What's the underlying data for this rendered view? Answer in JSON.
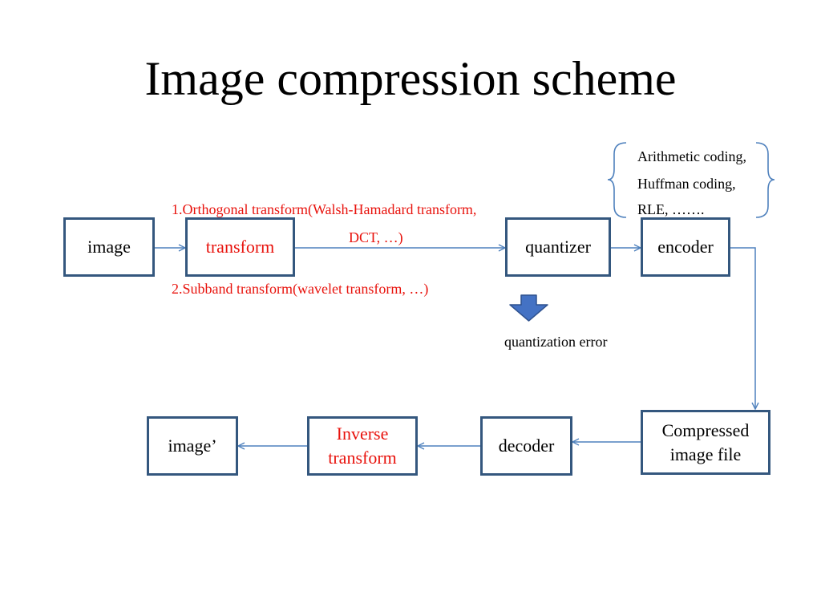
{
  "title": "Image compression scheme",
  "colors": {
    "box_border": "#34577e",
    "connector": "#4f81bd",
    "highlight_text": "#e8120c",
    "error_arrow": "#4472c4"
  },
  "blocks": {
    "image": "image",
    "transform": "transform",
    "quantizer": "quantizer",
    "encoder": "encoder",
    "compressed_line1": "Compressed",
    "compressed_line2": "image file",
    "decoder": "decoder",
    "inverse_line1": "Inverse",
    "inverse_line2": "transform",
    "image_out": "image’"
  },
  "transform_notes": {
    "line1": "1.Orthogonal transform(Walsh-Hamadard transform,",
    "line2": "DCT, …)",
    "line3": "2.Subband transform(wavelet transform, …)"
  },
  "coding_methods": [
    "Arithmetic coding,",
    "Huffman coding,",
    "RLE, ……."
  ],
  "quantization_error": "quantization error",
  "icons": {
    "error_arrow": "down-arrow-icon",
    "brace_left": "left-brace-icon",
    "brace_right": "right-brace-icon"
  }
}
